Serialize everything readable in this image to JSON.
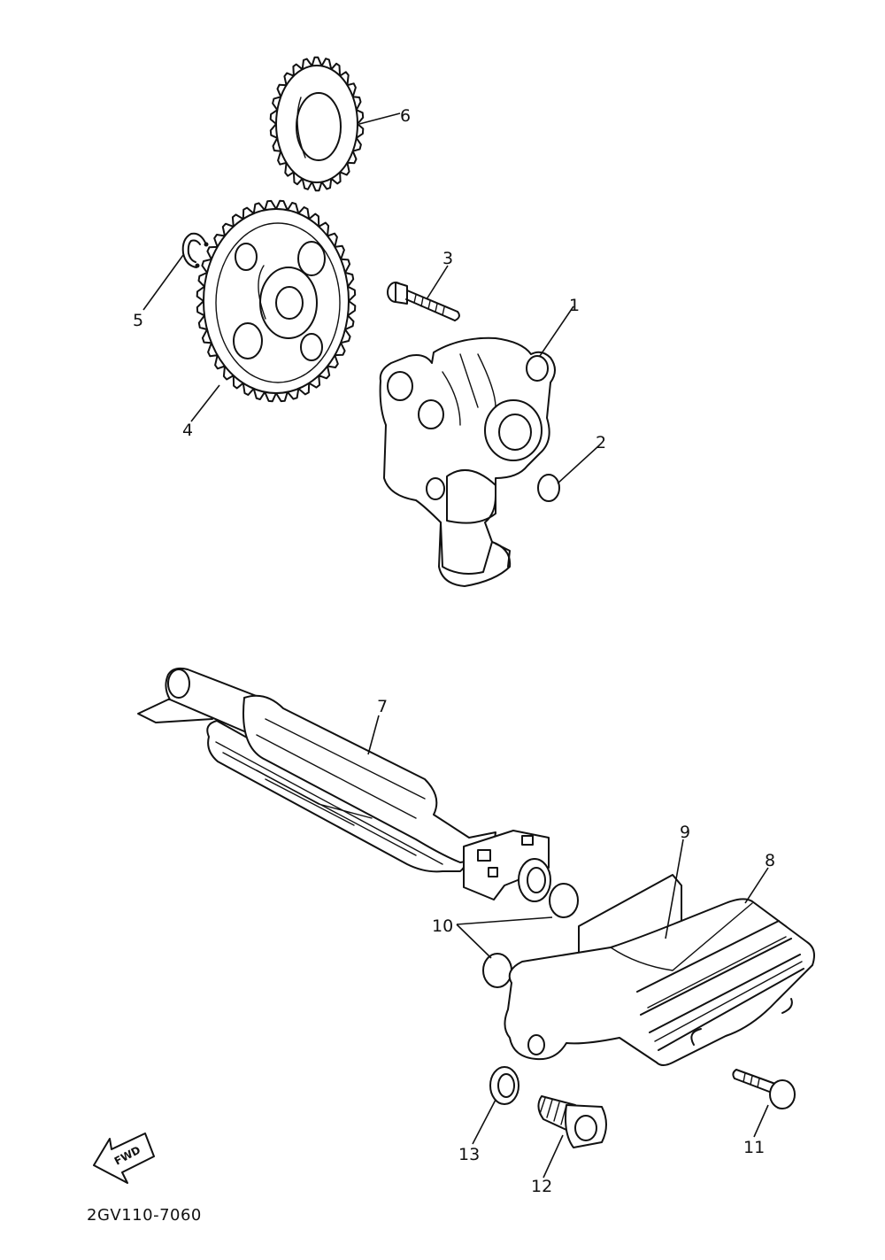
{
  "diagram": {
    "catalog_code": "2GV110-7060",
    "fwd_badge": "FWD",
    "parts": [
      {
        "number": "1"
      },
      {
        "number": "2"
      },
      {
        "number": "3"
      },
      {
        "number": "4"
      },
      {
        "number": "5"
      },
      {
        "number": "6"
      },
      {
        "number": "7"
      },
      {
        "number": "8"
      },
      {
        "number": "9"
      },
      {
        "number": "10"
      },
      {
        "number": "11"
      },
      {
        "number": "12"
      },
      {
        "number": "13"
      }
    ]
  }
}
